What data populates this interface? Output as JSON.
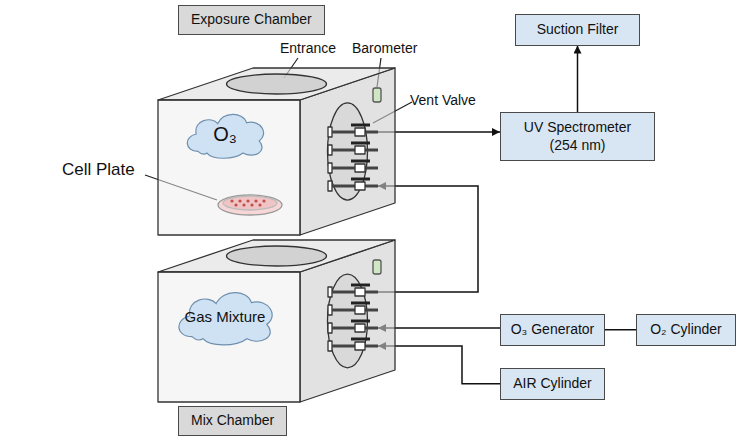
{
  "diagram": {
    "nodes": [
      {
        "text": [
          "Exposure Chamber"
        ]
      },
      {
        "text": [
          "O₃"
        ],
        "in": 0
      },
      {
        "text": [
          "Suction Filter"
        ]
      },
      {
        "text": [
          "UV Spectrometer (254 nm)"
        ]
      },
      {
        "text": [
          "Mix Chamber"
        ]
      },
      {
        "text": [
          "Gas Mixture"
        ],
        "in": 4
      },
      {
        "text": [
          "O₃ Generator"
        ]
      },
      {
        "text": [
          "O₂ Cylinder"
        ]
      },
      {
        "text": [
          "AIR Cylinder"
        ]
      }
    ],
    "edges": [
      {
        "from": 0,
        "to": 3,
        "arrow": "to"
      },
      {
        "from": 3,
        "to": 2,
        "arrow": "to"
      },
      {
        "from": 4,
        "to": 0,
        "arrow": "to"
      },
      {
        "from": 6,
        "to": 4,
        "arrow": "to"
      },
      {
        "from": 7,
        "to": 6,
        "arrow": "none"
      },
      {
        "from": 8,
        "to": 4,
        "arrow": "to"
      }
    ],
    "labels": [
      "Entrance",
      "Barometer",
      "Vent Valve",
      "Cell Plate"
    ]
  }
}
